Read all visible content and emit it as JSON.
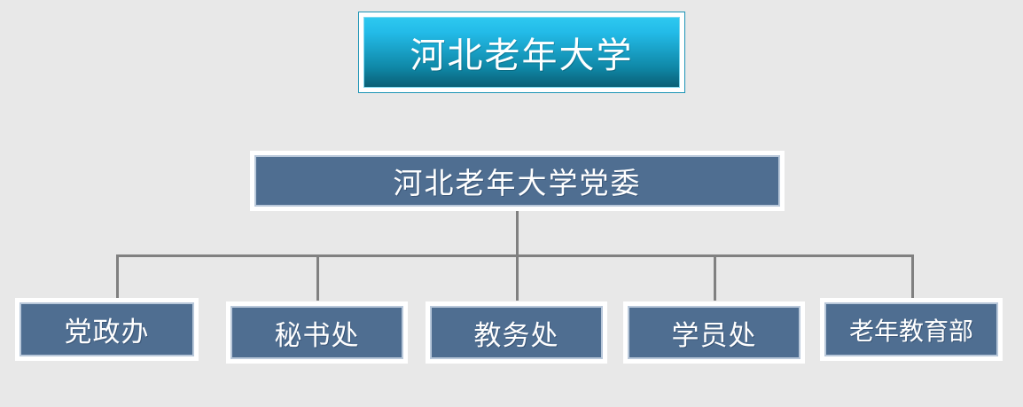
{
  "diagram": {
    "type": "organization-chart",
    "background_color": "#e8e8e8",
    "title_node": {
      "label": "河北老年大学",
      "fill_top_color": "#2ec9f0",
      "fill_bottom_color": "#0a5d73",
      "text_color": "#ffffff"
    },
    "committee_node": {
      "label": "河北老年大学党委",
      "fill_color": "#4f6e91",
      "text_color": "#ffffff"
    },
    "connector_color": "#808080",
    "departments": [
      {
        "label": "党政办"
      },
      {
        "label": "秘书处"
      },
      {
        "label": "教务处"
      },
      {
        "label": "学员处"
      },
      {
        "label": "老年教育部"
      }
    ]
  }
}
